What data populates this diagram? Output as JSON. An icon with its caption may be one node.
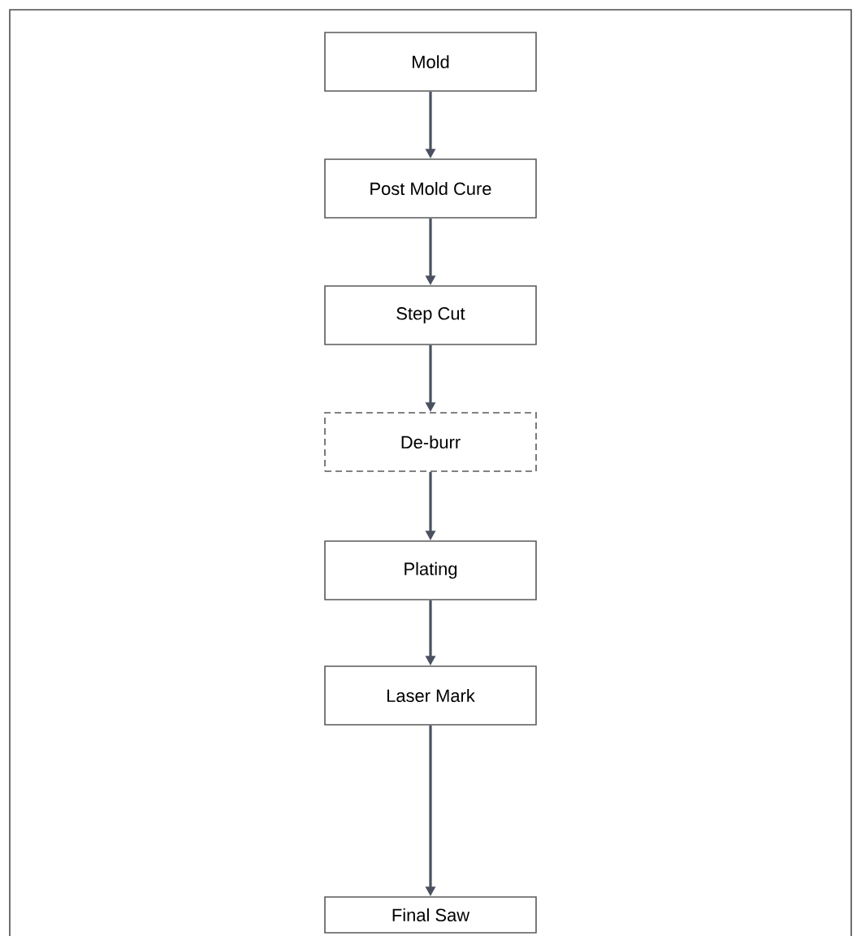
{
  "diagram": {
    "nodes": [
      {
        "text": [
          "Mold"
        ]
      },
      {
        "text": [
          "Post Mold Cure"
        ]
      },
      {
        "text": [
          "Step Cut"
        ]
      },
      {
        "text": [
          "De-burr"
        ]
      },
      {
        "text": [
          "Plating"
        ]
      },
      {
        "text": [
          "Laser Mark"
        ]
      },
      {
        "text": [
          "Final Saw"
        ]
      }
    ],
    "edges": [
      {
        "from": 0,
        "to": 1,
        "arrow": "to"
      },
      {
        "from": 1,
        "to": 2,
        "arrow": "to"
      },
      {
        "from": 2,
        "to": 3,
        "arrow": "to"
      },
      {
        "from": 3,
        "to": 4,
        "arrow": "to"
      },
      {
        "from": 4,
        "to": 5,
        "arrow": "to"
      },
      {
        "from": 5,
        "to": 6,
        "arrow": "to"
      }
    ]
  }
}
